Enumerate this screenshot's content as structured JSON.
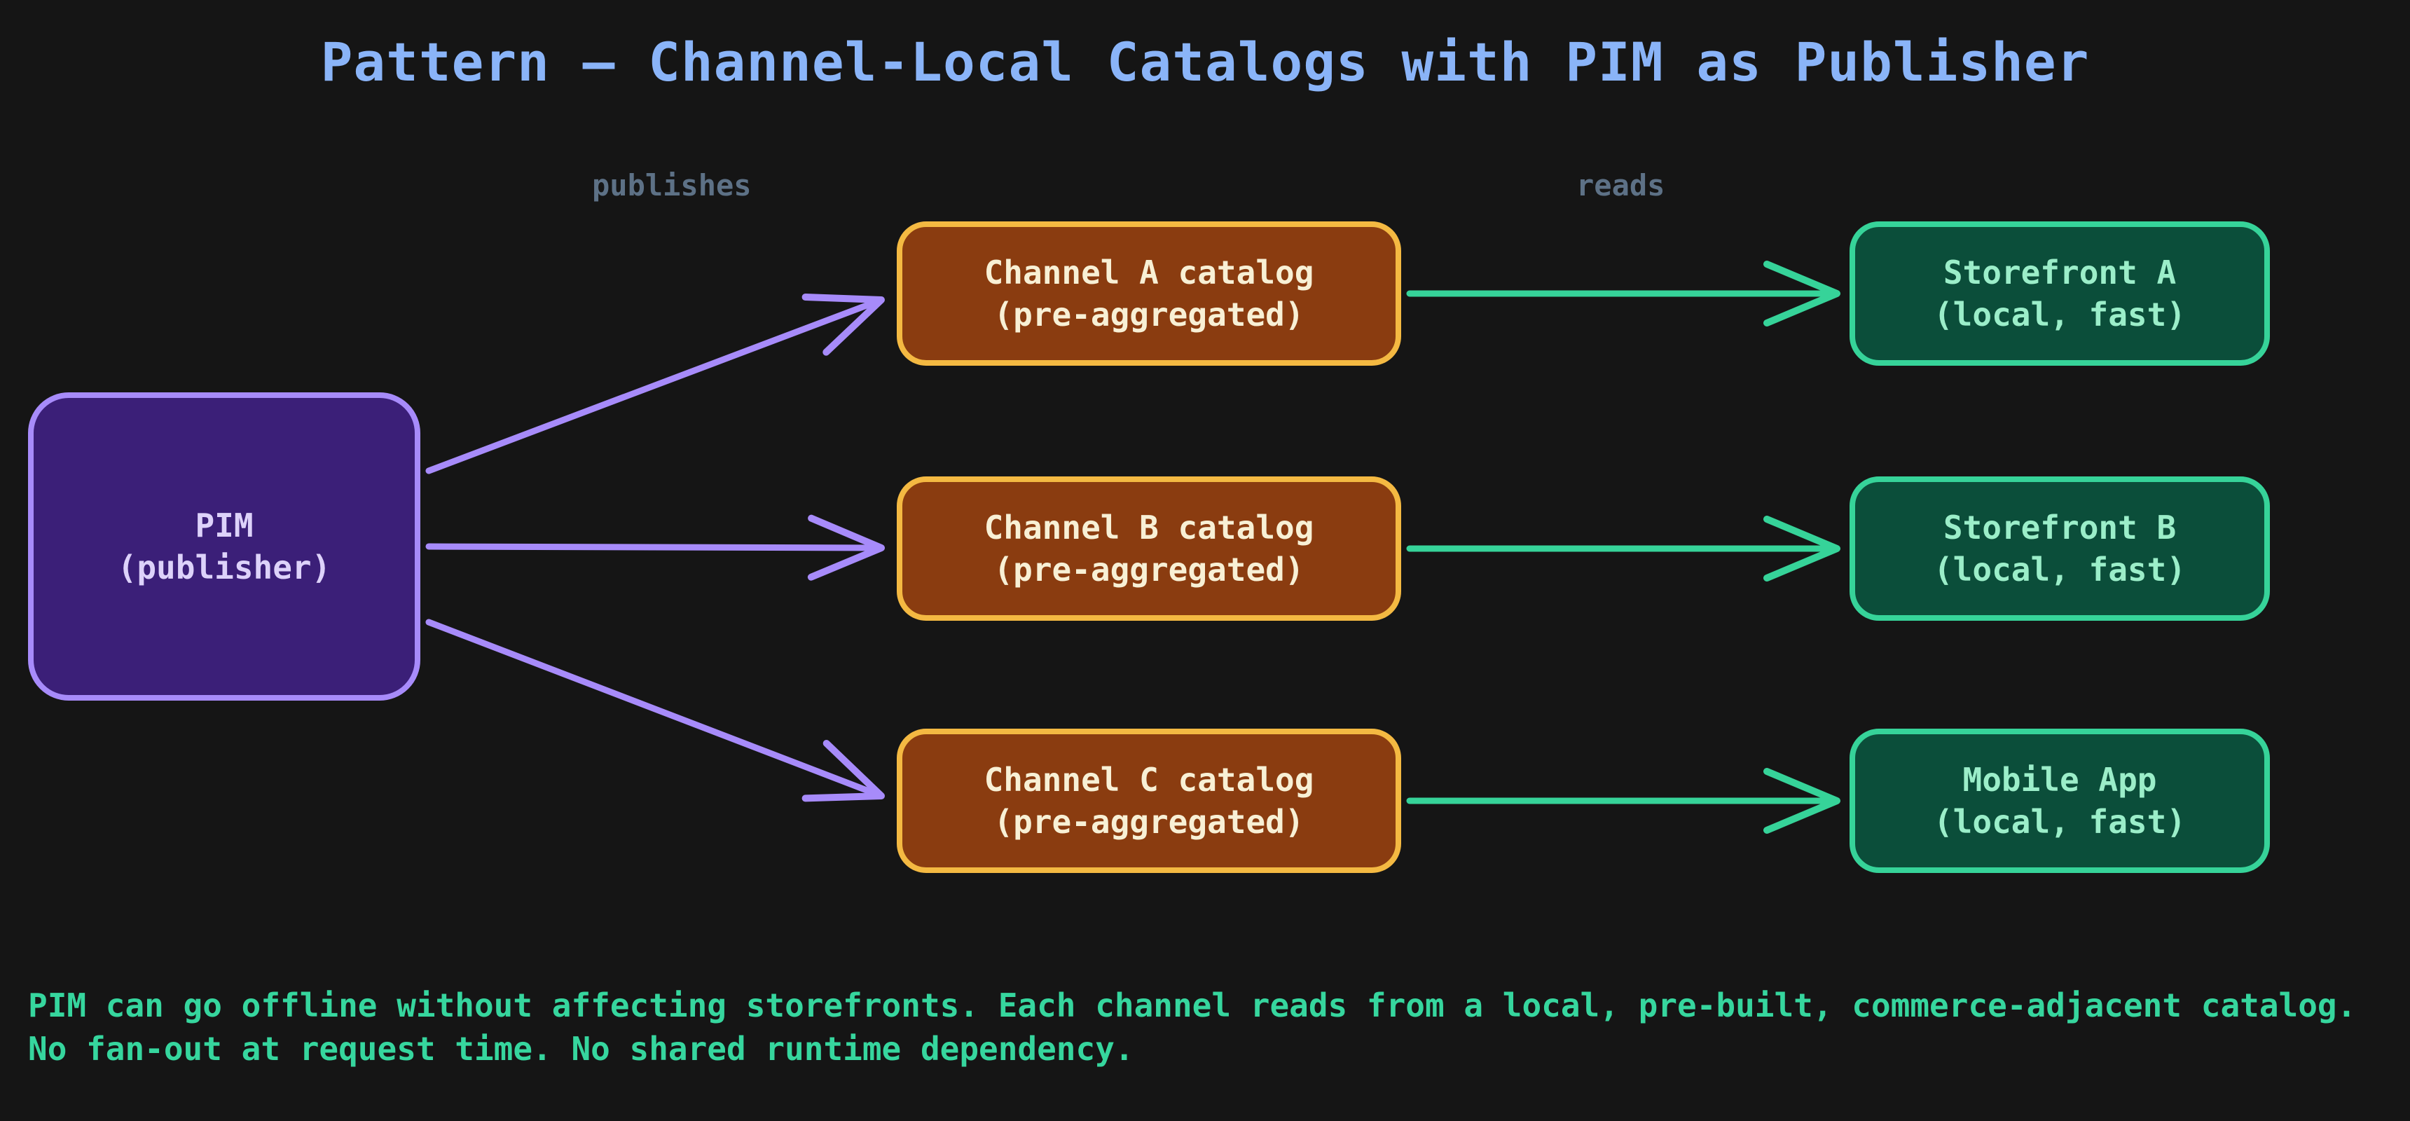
{
  "title": "Pattern — Channel-Local Catalogs with PIM as Publisher",
  "edge_labels": {
    "publishes": "publishes",
    "reads": "reads"
  },
  "nodes": {
    "pim": {
      "line1": "PIM",
      "line2": "(publisher)"
    },
    "channels": [
      {
        "line1": "Channel A catalog",
        "line2": "(pre-aggregated)"
      },
      {
        "line1": "Channel B catalog",
        "line2": "(pre-aggregated)"
      },
      {
        "line1": "Channel C catalog",
        "line2": "(pre-aggregated)"
      }
    ],
    "storefronts": [
      {
        "line1": "Storefront A",
        "line2": "(local, fast)"
      },
      {
        "line1": "Storefront B",
        "line2": "(local, fast)"
      },
      {
        "line1": "Mobile App",
        "line2": "(local, fast)"
      }
    ]
  },
  "note": {
    "line1": "PIM can go offline without affecting storefronts. Each channel reads from a local, pre-built, commerce-adjacent catalog.",
    "line2": "No fan-out at request time. No shared runtime dependency."
  },
  "colors": {
    "background": "#151515",
    "title_text": "#8ab4f8",
    "edge_label_text": "#5d7186",
    "arrow_publish": "#a78bfa",
    "arrow_read": "#36d399",
    "pim_fill": "#3b1f78",
    "pim_border": "#a78bfa",
    "pim_text": "#ddd2fa",
    "channel_fill": "#8a3c10",
    "channel_border": "#f4b942",
    "channel_text": "#f8f0d5",
    "storefront_fill": "#0b4e3a",
    "storefront_border": "#36d399",
    "storefront_text": "#9beec9",
    "note_text": "#36d69e"
  }
}
